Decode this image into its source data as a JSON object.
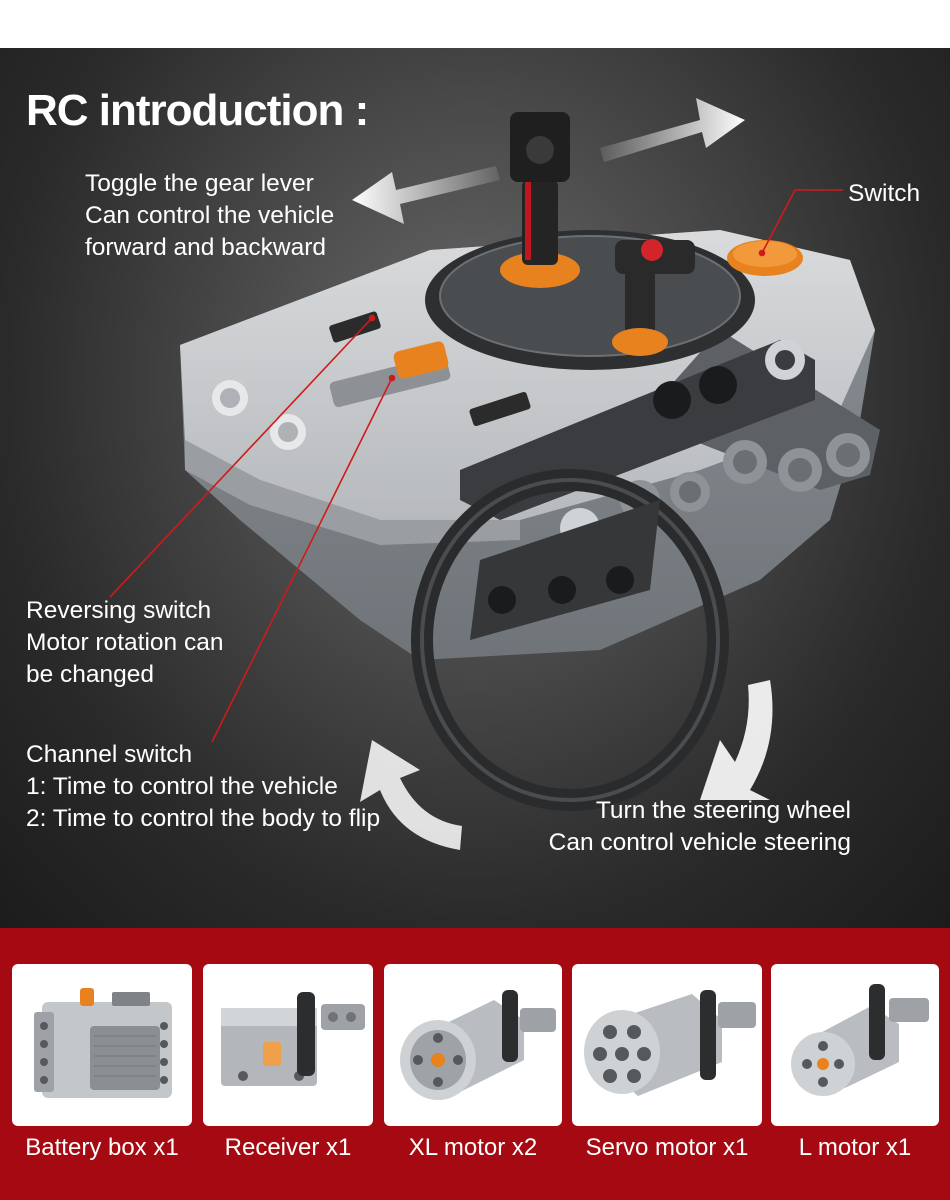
{
  "title": "RC introduction :",
  "callouts": {
    "gear_lever": [
      "Toggle the gear lever",
      "Can control the vehicle",
      "forward and backward"
    ],
    "switch": [
      "Switch"
    ],
    "reversing": [
      "Reversing switch",
      "Motor rotation can",
      "be changed"
    ],
    "channel": [
      "Channel switch",
      "1: Time to control the vehicle",
      "2: Time to control the body to flip"
    ],
    "steering": [
      "Turn the steering wheel",
      "Can control vehicle steering"
    ]
  },
  "parts": [
    {
      "label": "Battery box x1",
      "icon": "battery-box-icon"
    },
    {
      "label": "Receiver x1",
      "icon": "receiver-icon"
    },
    {
      "label": "XL motor x2",
      "icon": "xl-motor-icon"
    },
    {
      "label": "Servo motor x1",
      "icon": "servo-motor-icon"
    },
    {
      "label": "L motor x1",
      "icon": "l-motor-icon"
    }
  ],
  "colors": {
    "accent_red": "#a50a12",
    "leader_line": "#d01a1a",
    "brick_gray": "#a9adb1",
    "brick_dark": "#3a3a3a",
    "orange": "#e8821f"
  }
}
